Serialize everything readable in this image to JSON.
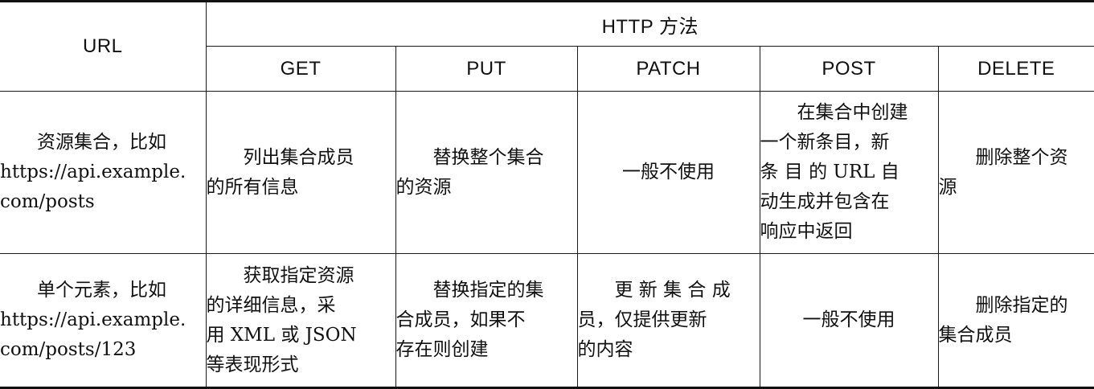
{
  "header": {
    "url_label": "URL",
    "method_group_label": "HTTP 方法",
    "methods": [
      "GET",
      "PUT",
      "PATCH",
      "POST",
      "DELETE"
    ]
  },
  "rows": [
    {
      "url": [
        "资源集合，比如",
        "https://api.example.",
        "com/posts"
      ],
      "get": [
        "列出集合成员",
        "的所有信息"
      ],
      "put": [
        "替换整个集合",
        "的资源"
      ],
      "patch": [
        "一般不使用"
      ],
      "post": [
        "在集合中创建",
        "一个新条目，新",
        "条 目 的 URL 自",
        "动生成并包含在",
        "响应中返回"
      ],
      "delete": [
        "删除整个资",
        "源"
      ]
    },
    {
      "url": [
        "单个元素，比如",
        "https://api.example.",
        "com/posts/123"
      ],
      "get": [
        "获取指定资源",
        "的详细信息，采",
        "用 XML 或 JSON",
        "等表现形式"
      ],
      "put": [
        "替换指定的集",
        "合成员，如果不",
        "存在则创建"
      ],
      "patch": [
        "更 新 集 合 成",
        "员，仅提供更新",
        "的内容"
      ],
      "post": [
        "一般不使用"
      ],
      "delete": [
        "删除指定的",
        "集合成员"
      ]
    }
  ]
}
